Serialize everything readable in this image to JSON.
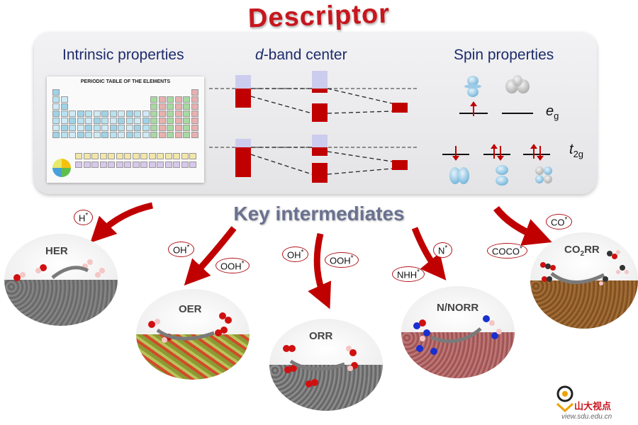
{
  "title": "Descriptor",
  "headers": {
    "intrinsic": "Intrinsic properties",
    "dband_italic": "d",
    "dband_rest": "-band center",
    "spin": "Spin properties"
  },
  "periodic_table_title": "PERIODIC TABLE OF THE ELEMENTS",
  "spin_labels": {
    "eg_main": "e",
    "eg_sub": "g",
    "t2g_main": "t",
    "t2g_sub": "2g"
  },
  "key_intermediates": "Key intermediates",
  "reactions": [
    {
      "name": "HER"
    },
    {
      "name": "OER"
    },
    {
      "name": "ORR"
    },
    {
      "name": "N/NORR"
    },
    {
      "name_main": "CO",
      "name_sub": "2",
      "name_tail": "RR"
    }
  ],
  "intermediates": [
    {
      "main": "H",
      "sup": "*"
    },
    {
      "main": "OH",
      "sup": "*"
    },
    {
      "main": "OOH",
      "sup": "*"
    },
    {
      "main": "OH",
      "sup": "*"
    },
    {
      "main": "OOH",
      "sup": "*"
    },
    {
      "main": "N",
      "sup": "*"
    },
    {
      "main": "NHH",
      "sup": "*"
    },
    {
      "main": "CO",
      "sup": "*"
    },
    {
      "main": "COCO",
      "sup": "*"
    }
  ],
  "watermark": {
    "text": "山大视点",
    "url": "view.sdu.edu.cn"
  },
  "colors": {
    "accent_red": "#c8161d",
    "header_blue": "#1d2b6b",
    "band_lavender": "#ccccee"
  }
}
